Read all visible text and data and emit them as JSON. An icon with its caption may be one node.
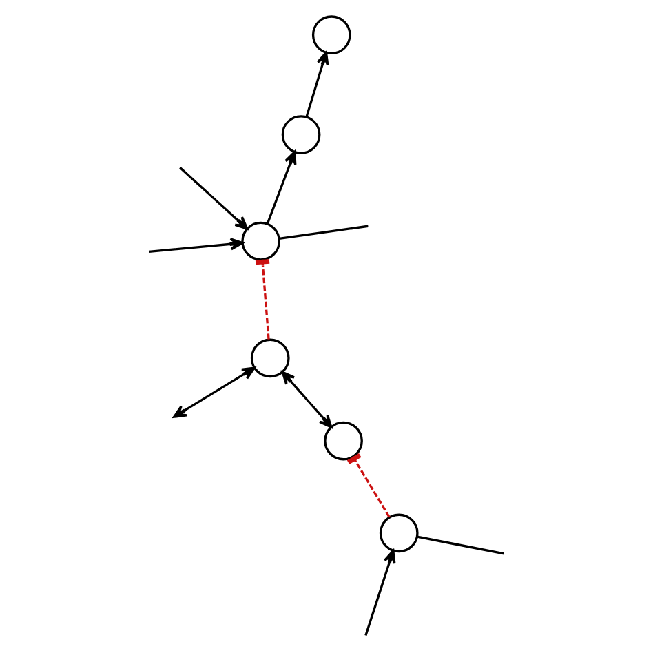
{
  "diagram": {
    "nodes": [
      {
        "text": [],
        "shape": "circle"
      },
      {
        "text": [],
        "shape": "circle"
      },
      {
        "text": [],
        "shape": "circle"
      },
      {
        "text": [],
        "shape": "circle"
      },
      {
        "text": [],
        "shape": "circle"
      },
      {
        "text": [],
        "shape": "circle"
      }
    ],
    "edges": [
      {
        "from": 1,
        "to": 0,
        "arrow": "to"
      },
      {
        "from": 3,
        "to": 1,
        "arrow": "to"
      },
      {
        "from": 4,
        "to": 3,
        "arrow": "other",
        "style": "dashed",
        "color": "#cc1111"
      },
      {
        "from": 2,
        "to": 5,
        "arrow": "other",
        "style": "dashed",
        "color": "#cc1111"
      },
      {
        "from": 4,
        "to": 5,
        "arrow": "both"
      },
      {
        "from": 4,
        "to": null,
        "arrow": "both"
      },
      {
        "from": 2,
        "to": null,
        "arrow": "none"
      },
      {
        "from": null,
        "to": 2,
        "arrow": "to"
      },
      {
        "from": 3,
        "to": null,
        "arrow": "none"
      },
      {
        "from": null,
        "to": 3,
        "arrow": "to"
      },
      {
        "from": null,
        "to": 3,
        "arrow": "to"
      }
    ]
  }
}
